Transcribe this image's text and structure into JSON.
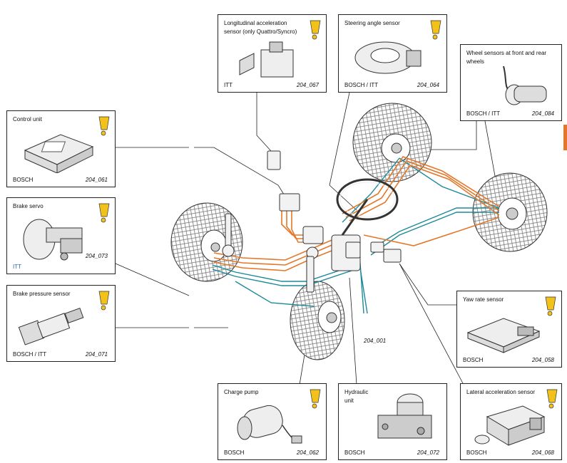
{
  "boxes": {
    "control_unit": {
      "title": "Control unit",
      "maker": "BOSCH",
      "code": "204_061"
    },
    "brake_servo": {
      "title": "Brake servo",
      "maker": "ITT",
      "code": "204_073"
    },
    "brake_pressure": {
      "title": "Brake pressure sensor",
      "maker": "BOSCH / ITT",
      "code": "204_071"
    },
    "longitudinal_acc": {
      "title": "Longitudinal acceleration\nsensor (only Quattro/Syncro)",
      "maker": "ITT",
      "code": "204_067"
    },
    "steering_angle": {
      "title": "Steering angle sensor",
      "maker": "BOSCH / ITT",
      "code": "204_064"
    },
    "wheel_sensors": {
      "title": "Wheel sensors at front and rear\nwheels",
      "maker": "BOSCH / ITT",
      "code": "204_084"
    },
    "yaw_rate": {
      "title": "Yaw rate sensor",
      "maker": "BOSCH",
      "code": "204_058"
    },
    "charge_pump": {
      "title": "Charge pump",
      "maker": "BOSCH",
      "code": "204_062"
    },
    "hydraulic_unit": {
      "title": "Hydraulic\nunit",
      "maker": "BOSCH",
      "code": "204_072"
    },
    "lateral_acc": {
      "title": "Lateral acceleration sensor",
      "maker": "BOSCH",
      "code": "204_068"
    }
  },
  "center_code": "204_001",
  "colors": {
    "brake_lines": "#e3782a",
    "signal_lines": "#1e8a9a",
    "badge": "#f2c21b",
    "tab": "#e3782a"
  }
}
